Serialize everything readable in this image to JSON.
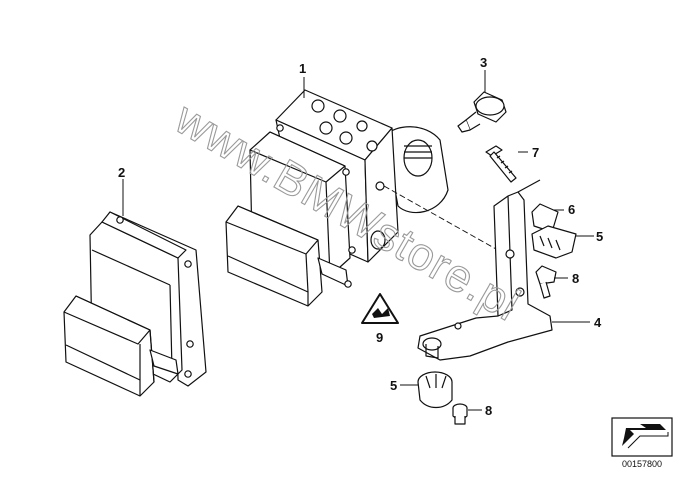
{
  "callouts": [
    "1",
    "2",
    "3",
    "4",
    "5",
    "5",
    "6",
    "7",
    "8",
    "8",
    "9"
  ],
  "watermark": "www.BMWstore.pl",
  "reference_number": "00157800",
  "colors": {
    "line": "#111111",
    "watermark": "#9a9a9a",
    "background": "#ffffff"
  }
}
